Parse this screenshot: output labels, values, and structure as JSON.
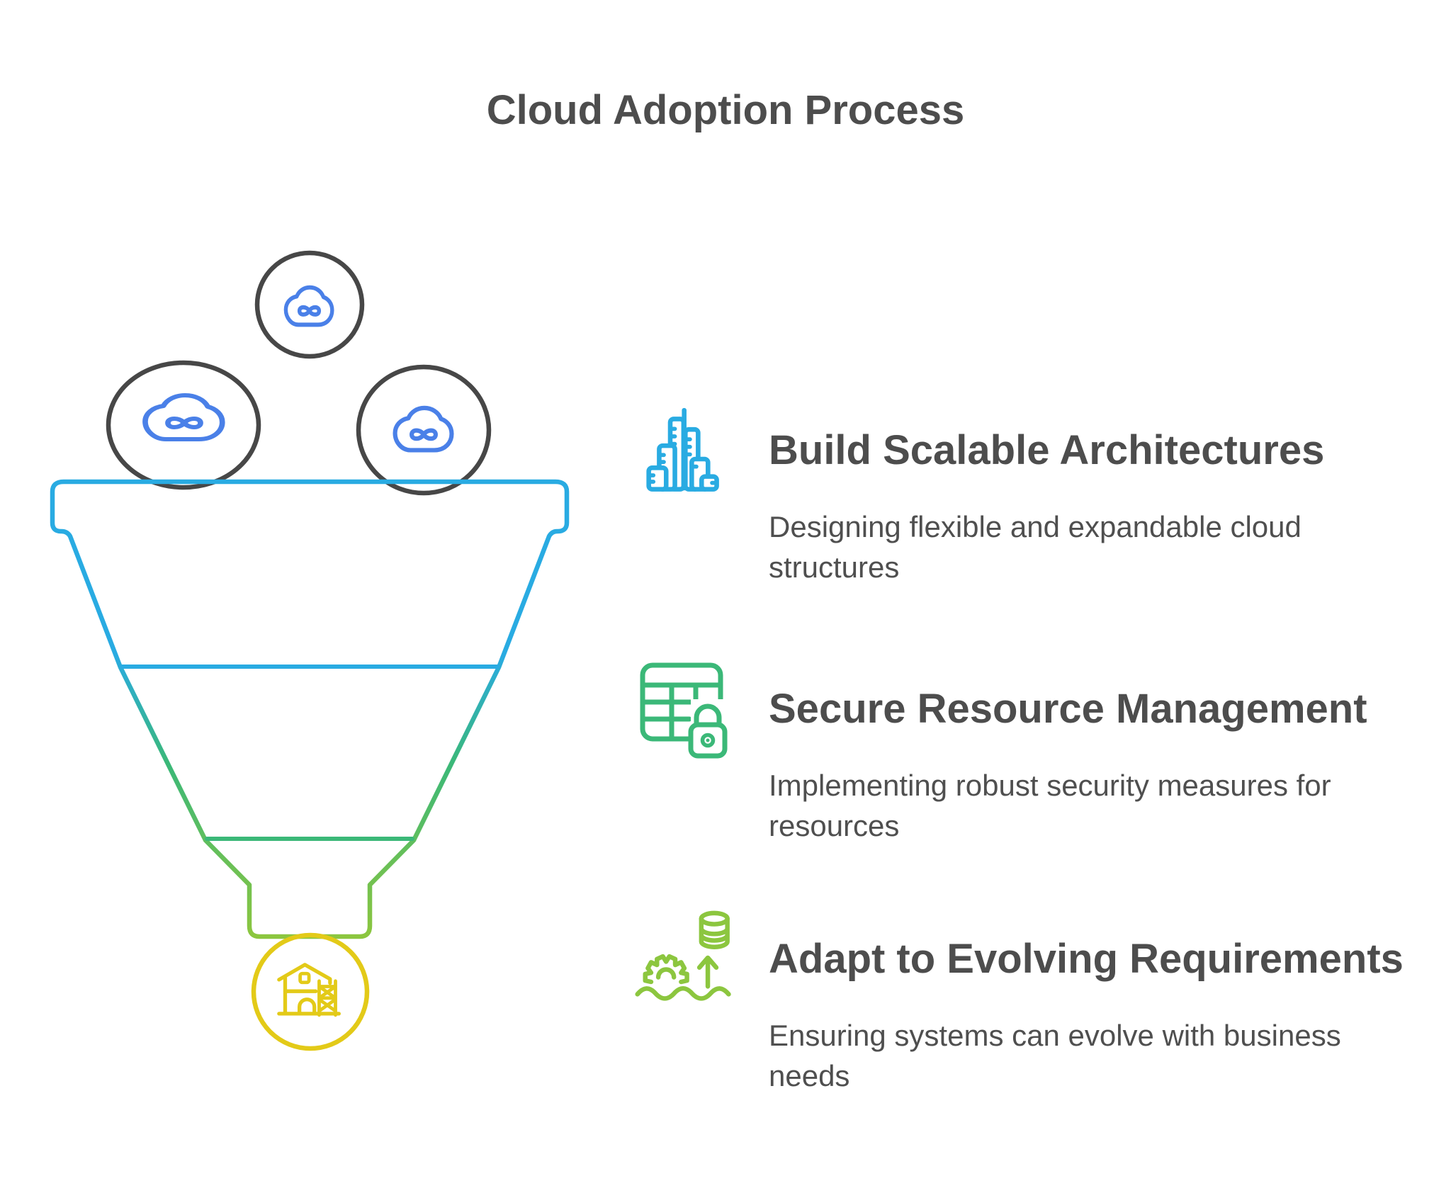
{
  "title": "Cloud Adoption Process",
  "funnel": {
    "input_icon": "creative-cloud-icon",
    "input_count": 3,
    "output_icon": "building-under-construction-icon",
    "stage_colors": [
      "#29ABE2",
      "#3BB878",
      "#8CC63F"
    ],
    "output_color": "#E3CA18"
  },
  "items": [
    {
      "heading": "Build Scalable Architectures",
      "description": "Designing flexible and expandable cloud\nstructures",
      "icon": "city-buildings-icon",
      "color": "#29ABE2"
    },
    {
      "heading": "Secure Resource Management",
      "description": "Implementing robust security measures for\nresources",
      "icon": "secure-table-lock-icon",
      "color": "#3CB878"
    },
    {
      "heading": "Adapt to Evolving Requirements",
      "description": "Ensuring systems can evolve with business\nneeds",
      "icon": "adapt-gear-growth-icon",
      "color": "#8CC63F"
    }
  ],
  "theme": {
    "cyan": "#29ABE2",
    "green": "#3BB878",
    "lime": "#8CC63F",
    "yellow": "#E3CA18",
    "cloud_blue": "#4A80E8",
    "circle_gray": "#474747",
    "text_dark": "#4D4D4D",
    "text_body": "#4F4F4F",
    "background": "#FFFFFF"
  }
}
